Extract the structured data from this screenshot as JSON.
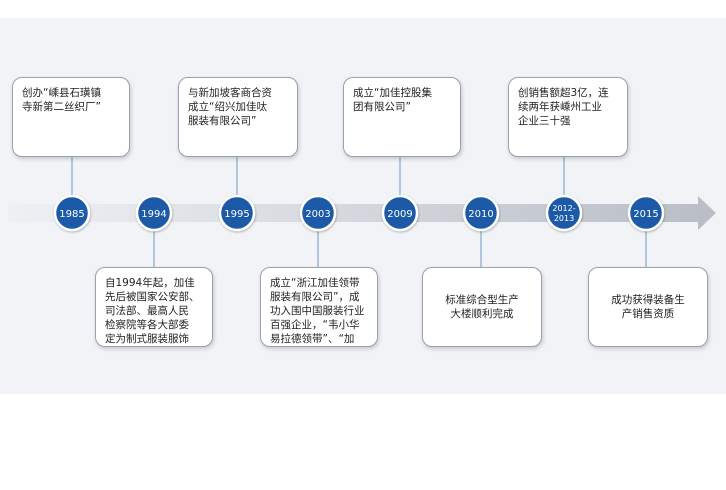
{
  "colors": {
    "node_fill": "#1a5aa8",
    "node_ring": "#ffffff",
    "connector": "#6a9bc8",
    "arrow_light": "#eef0f4",
    "arrow_dark": "#b9bdc6"
  },
  "timeline": [
    {
      "year": "1985",
      "position": "top",
      "text": "创办“嵊县石璜镇\n寺新第二丝织厂”"
    },
    {
      "year": "1994",
      "position": "bottom",
      "text": "自1994年起，加佳\n先后被国家公安部、\n司法部、最高人民\n检察院等各大部委\n定为制式服装服饰\n的定点生产商"
    },
    {
      "year": "1995",
      "position": "top",
      "text": "与新加坡客商合资\n成立“绍兴加佳呔\n服装有限公司”"
    },
    {
      "year": "2003",
      "position": "bottom",
      "text": "成立“浙江加佳领带\n服装有限公司”，成\n功入围中国服装行业\n百强企业，“韦小华\n易拉德领带”、“加\n佳”商标注册成功"
    },
    {
      "year": "2009",
      "position": "top",
      "text": "成立“加佳控股集\n团有限公司”"
    },
    {
      "year": "2010",
      "position": "bottom",
      "text": "标准综合型生产\n大楼顺利完成"
    },
    {
      "year": "2012-2013",
      "position": "top",
      "text": "创销售额超3亿，连\n续两年获嵊州工业\n企业三十强"
    },
    {
      "year": "2015",
      "position": "bottom",
      "text": "成功获得装备生\n产销售资质"
    }
  ]
}
